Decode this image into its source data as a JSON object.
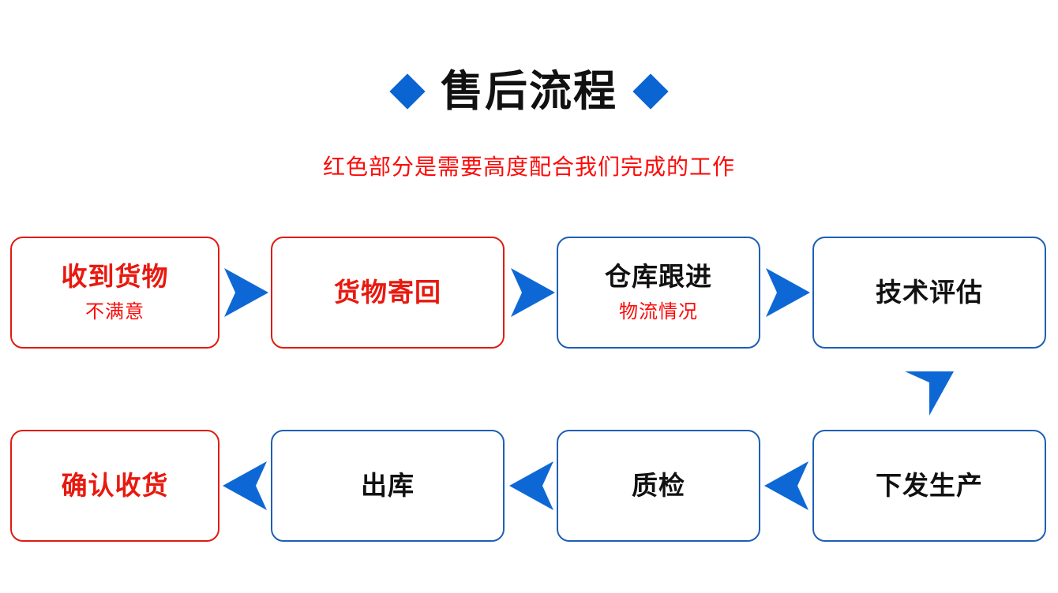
{
  "header": {
    "title": "售后流程",
    "subtitle": "红色部分是需要高度配合我们完成的工作",
    "diamond_color": "#0a64d2",
    "title_color": "#111111",
    "subtitle_color": "#fb0b08"
  },
  "colors": {
    "red_border": "#e01b12",
    "blue_border": "#1f5fb4",
    "red_text": "#e8190f",
    "black_text": "#111111",
    "arrow_blue": "#0d68d6",
    "background": "#ffffff"
  },
  "flow": {
    "nodes": [
      {
        "id": "node-1",
        "title": "收到货物",
        "subtitle": "不满意",
        "border": "red",
        "title_color": "red",
        "row": 1
      },
      {
        "id": "node-2",
        "title": "货物寄回",
        "subtitle": "",
        "border": "red",
        "title_color": "red",
        "row": 1
      },
      {
        "id": "node-3",
        "title": "仓库跟进",
        "subtitle": "物流情况",
        "border": "blue",
        "title_color": "black",
        "row": 1
      },
      {
        "id": "node-4",
        "title": "技术评估",
        "subtitle": "",
        "border": "blue",
        "title_color": "black",
        "row": 1
      },
      {
        "id": "node-5",
        "title": "确认收货",
        "subtitle": "",
        "border": "red",
        "title_color": "red",
        "row": 2
      },
      {
        "id": "node-6",
        "title": "出库",
        "subtitle": "",
        "border": "blue",
        "title_color": "black",
        "row": 2
      },
      {
        "id": "node-7",
        "title": "质检",
        "subtitle": "",
        "border": "blue",
        "title_color": "black",
        "row": 2
      },
      {
        "id": "node-8",
        "title": "下发生产",
        "subtitle": "",
        "border": "blue",
        "title_color": "black",
        "row": 2
      }
    ],
    "arrows": [
      {
        "id": "arrow-1",
        "direction": "right",
        "from": "node-1",
        "to": "node-2"
      },
      {
        "id": "arrow-2",
        "direction": "right",
        "from": "node-2",
        "to": "node-3"
      },
      {
        "id": "arrow-3",
        "direction": "right",
        "from": "node-3",
        "to": "node-4"
      },
      {
        "id": "arrow-down",
        "direction": "down",
        "from": "node-4",
        "to": "node-8"
      },
      {
        "id": "arrow-4",
        "direction": "left",
        "from": "node-8",
        "to": "node-7"
      },
      {
        "id": "arrow-5",
        "direction": "left",
        "from": "node-7",
        "to": "node-6"
      },
      {
        "id": "arrow-6",
        "direction": "left",
        "from": "node-6",
        "to": "node-5"
      }
    ]
  }
}
